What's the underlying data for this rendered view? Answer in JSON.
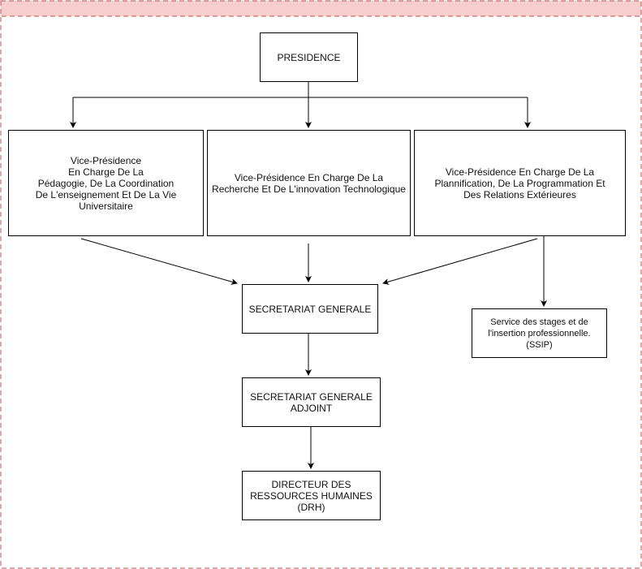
{
  "container": {
    "fill": "#f8cecc",
    "stroke": "#b85450"
  },
  "nodes": {
    "presidence": "PRESIDENCE",
    "vp_pedagogie": "Vice-Présidence\nEn Charge De La\nPédagogie, De La Coordination\nDe L'enseignement Et De La Vie\nUniversitaire",
    "vp_recherche": "Vice-Présidence En Charge De La\nRecherche Et De L'innovation Technologique",
    "vp_planification": "Vice-Présidence En Charge De La\nPlannification, De La Programmation Et\nDes Relations Extérieures",
    "secretariat_generale": "SECRETARIAT GENERALE",
    "ssip": "Service des stages et de\nl'insertion professionnelle.\n(SSIP)",
    "secretariat_adjoint": "SECRETARIAT GENERALE\nADJOINT",
    "drh": "DIRECTEUR DES\nRESSOURCES HUMAINES\n(DRH)"
  }
}
